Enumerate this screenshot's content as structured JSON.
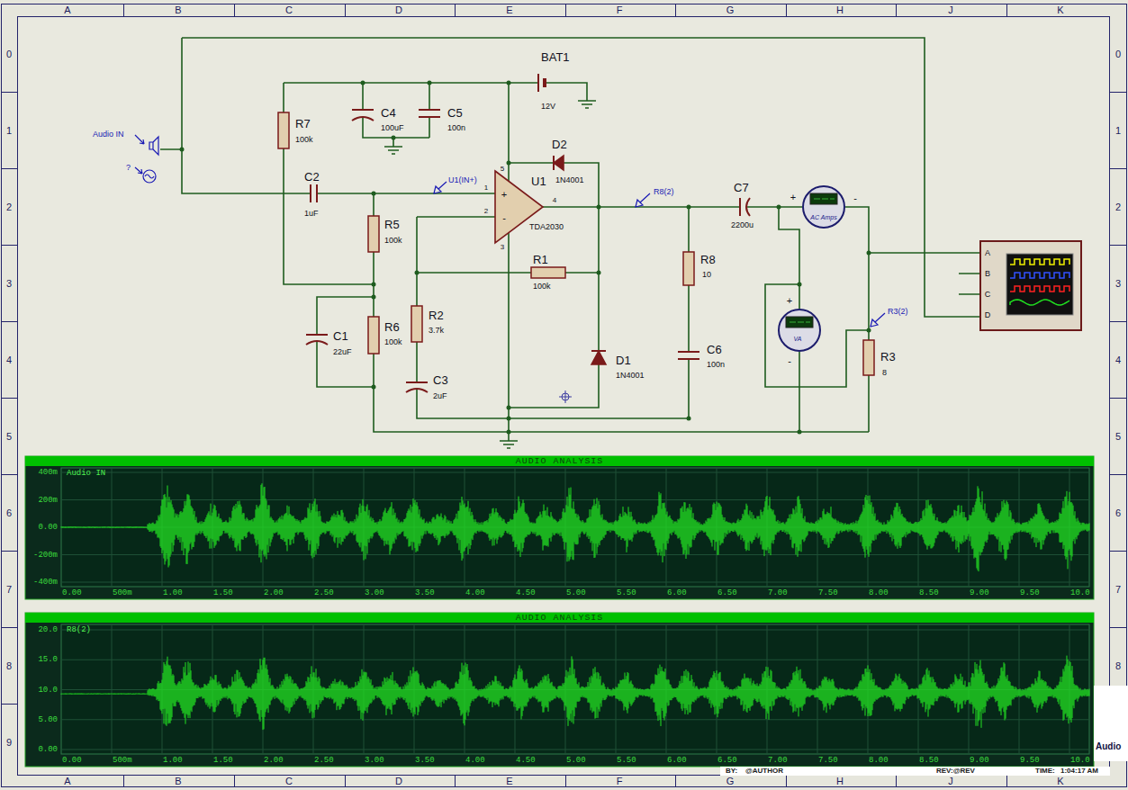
{
  "diagram": {
    "nodes": [
      {
        "text": [
          "AC Amps"
        ]
      },
      {
        "text": [
          "A",
          "B",
          "C",
          "D"
        ]
      },
      {
        "text": [
          "VA"
        ]
      },
      {
        "text": [
          "AUDIO ANALYSIS",
          "Audio IN"
        ]
      },
      {
        "text": [
          "AUDIO ANALYSIS",
          "R8(2)"
        ]
      }
    ],
    "edges": [
      {
        "from": 0,
        "to": 1,
        "arrow": "none"
      },
      {
        "from": 2,
        "to": 0,
        "arrow": "none"
      }
    ],
    "labels": [
      "A",
      "B",
      "C",
      "D",
      "E",
      "F",
      "G",
      "H",
      "J",
      "K",
      "A",
      "B",
      "C",
      "D",
      "E",
      "F",
      "G",
      "H",
      "J",
      "K",
      "0",
      "1",
      "2",
      "3",
      "4",
      "5",
      "6",
      "7",
      "8",
      "9",
      "0",
      "1",
      "2",
      "3",
      "4",
      "5",
      "6",
      "7",
      "8",
      "Audio IN",
      "?",
      "BAT1",
      "12V",
      "R7",
      "100k",
      "C4",
      "100uF",
      "C5",
      "100n",
      "C2",
      "1uF",
      "U1(IN+)",
      "1",
      "2",
      "3",
      "4",
      "5",
      "D2",
      "1N4001",
      "U1",
      "TDA2030",
      "+",
      "-",
      "R8(2)",
      "C7",
      "2200u",
      "R5",
      "100k",
      "R1",
      "100k",
      "R8",
      "10",
      "R2",
      "3.7k",
      "R6",
      "100k",
      "C1",
      "22uF",
      "D1",
      "1N4001",
      "C6",
      "100n",
      "C3",
      "2uF",
      "+",
      "-",
      "+",
      "-",
      "R3(2)",
      "R3",
      "8",
      "400m",
      "200m",
      "0.00",
      "-200m",
      "-400m",
      "0.00",
      "500m",
      "1.00",
      "1.50",
      "2.00",
      "2.50",
      "3.00",
      "3.50",
      "4.00",
      "4.50",
      "5.00",
      "5.50",
      "6.00",
      "6.50",
      "7.00",
      "7.50",
      "8.00",
      "8.50",
      "9.00",
      "9.50",
      "10.0",
      "20.0",
      "15.0",
      "10.0",
      "5.00",
      "0.00",
      "0.00",
      "500m",
      "1.00",
      "1.50",
      "2.00",
      "2.50",
      "3.00",
      "3.50",
      "4.00",
      "4.50",
      "5.00",
      "5.50",
      "6.00",
      "6.50",
      "7.00",
      "7.50",
      "8.00",
      "8.50",
      "9.00",
      "9.50",
      "10.0",
      "BY:",
      "@AUTHOR",
      "REV:@REV",
      "TIME:",
      "1:04:17 AM",
      "Audio"
    ]
  }
}
